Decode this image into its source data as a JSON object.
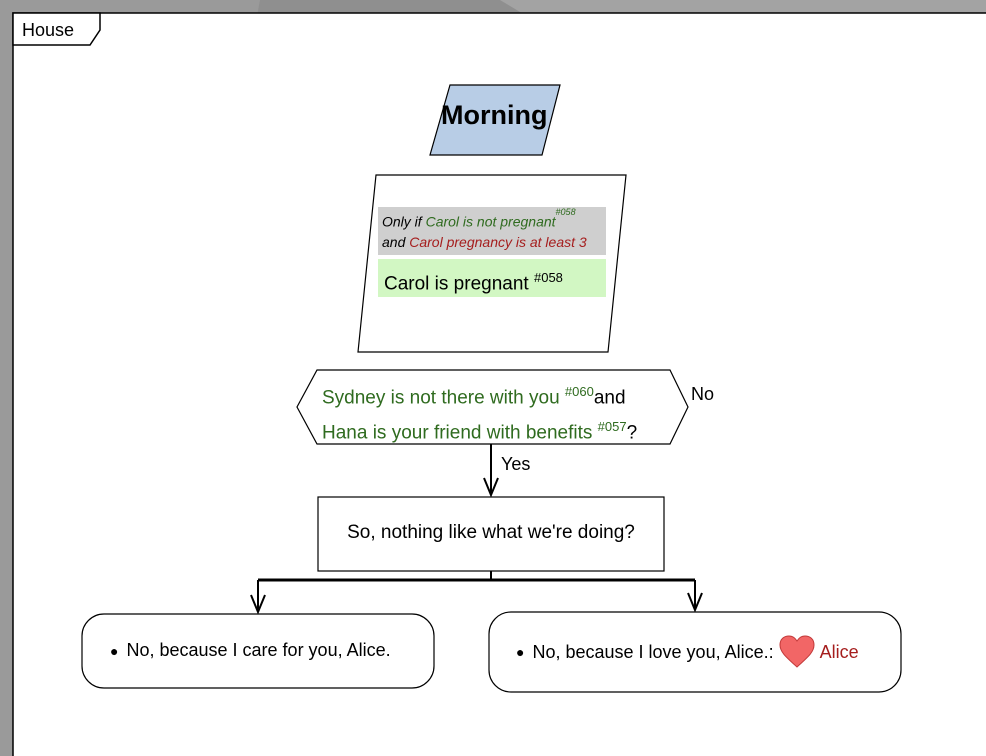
{
  "frame": {
    "title": "House"
  },
  "title_node": {
    "label": "Morning",
    "color": "#b8cde6"
  },
  "condition": {
    "prefix": "Only if",
    "first": "Carol is not pregnant",
    "first_ref": "#058",
    "joiner": "and",
    "second": "Carol pregnancy is at least 3"
  },
  "effect": {
    "text": "Carol is pregnant",
    "ref": "#058"
  },
  "decision": {
    "line1_text": "Sydney is not there with you",
    "line1_ref": "#060",
    "line1_suffix": "and",
    "line2_text": "Hana is your friend with benefits",
    "line2_ref": "#057",
    "line2_suffix": "?",
    "no_label": "No",
    "yes_label": "Yes"
  },
  "dialogue": {
    "text": "So, nothing like what we're doing?"
  },
  "choices": [
    {
      "text": "No, because I care for you, Alice."
    },
    {
      "text": "No, because I love you, Alice.:",
      "icon": "heart-icon",
      "person": "Alice",
      "person_color": "#a51d1d"
    }
  ],
  "colors": {
    "green_text": "#2f6b1f",
    "red_text": "#a51d1d",
    "effect_bg": "#d2f7c3",
    "condition_bg": "#cfcfcf",
    "heart": "#f26666"
  }
}
